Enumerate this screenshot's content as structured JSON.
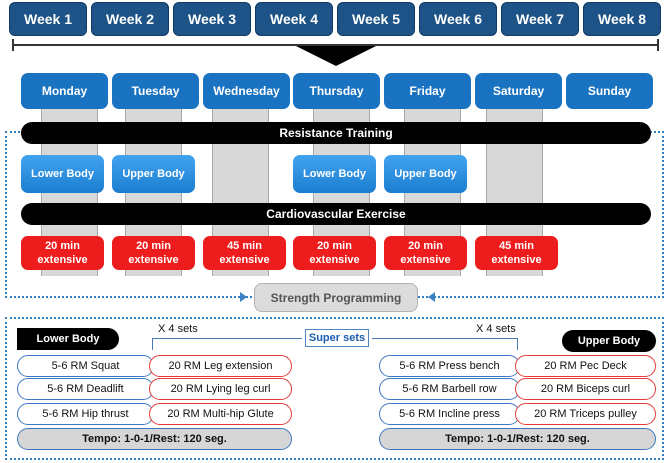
{
  "weeks": [
    "Week 1",
    "Week 2",
    "Week 3",
    "Week 4",
    "Week 5",
    "Week 6",
    "Week 7",
    "Week 8"
  ],
  "days": [
    "Monday",
    "Tuesday",
    "Wednesday",
    "Thursday",
    "Friday",
    "Saturday",
    "Sunday"
  ],
  "resistance_label": "Resistance Training",
  "cardio_label": "Cardiovascular Exercise",
  "body_blocks": {
    "monday": "Lower Body",
    "tuesday": "Upper Body",
    "thursday": "Lower Body",
    "friday": "Upper Body"
  },
  "cardio_blocks": [
    {
      "line1": "20 min",
      "line2": "extensive"
    },
    {
      "line1": "20 min",
      "line2": "extensive"
    },
    {
      "line1": "45 min",
      "line2": "extensive"
    },
    {
      "line1": "20 min",
      "line2": "extensive"
    },
    {
      "line1": "20 min",
      "line2": "extensive"
    },
    {
      "line1": "45 min",
      "line2": "extensive"
    }
  ],
  "strength_label": "Strength Programming",
  "super_sets_label": "Super sets",
  "lower": {
    "title": "Lower Body",
    "sets": "X 4 sets",
    "pairs": [
      {
        "a": "5-6 RM Squat",
        "b": "20 RM Leg extension"
      },
      {
        "a": "5-6 RM Deadlift",
        "b": "20 RM Lying leg curl"
      },
      {
        "a": "5-6 RM Hip thrust",
        "b": "20 RM Multi-hip Glute"
      }
    ],
    "tempo": "Tempo: 1-0-1/Rest: 120 seg."
  },
  "upper": {
    "title": "Upper Body",
    "sets": "X 4 sets",
    "pairs": [
      {
        "a": "5-6 RM Press bench",
        "b": "20 RM Pec Deck"
      },
      {
        "a": "5-6 RM Barbell row",
        "b": "20 RM Biceps curl"
      },
      {
        "a": "5-6 RM Incline press",
        "b": "20 RM Triceps pulley"
      }
    ],
    "tempo": "Tempo: 1-0-1/Rest: 120 seg."
  }
}
